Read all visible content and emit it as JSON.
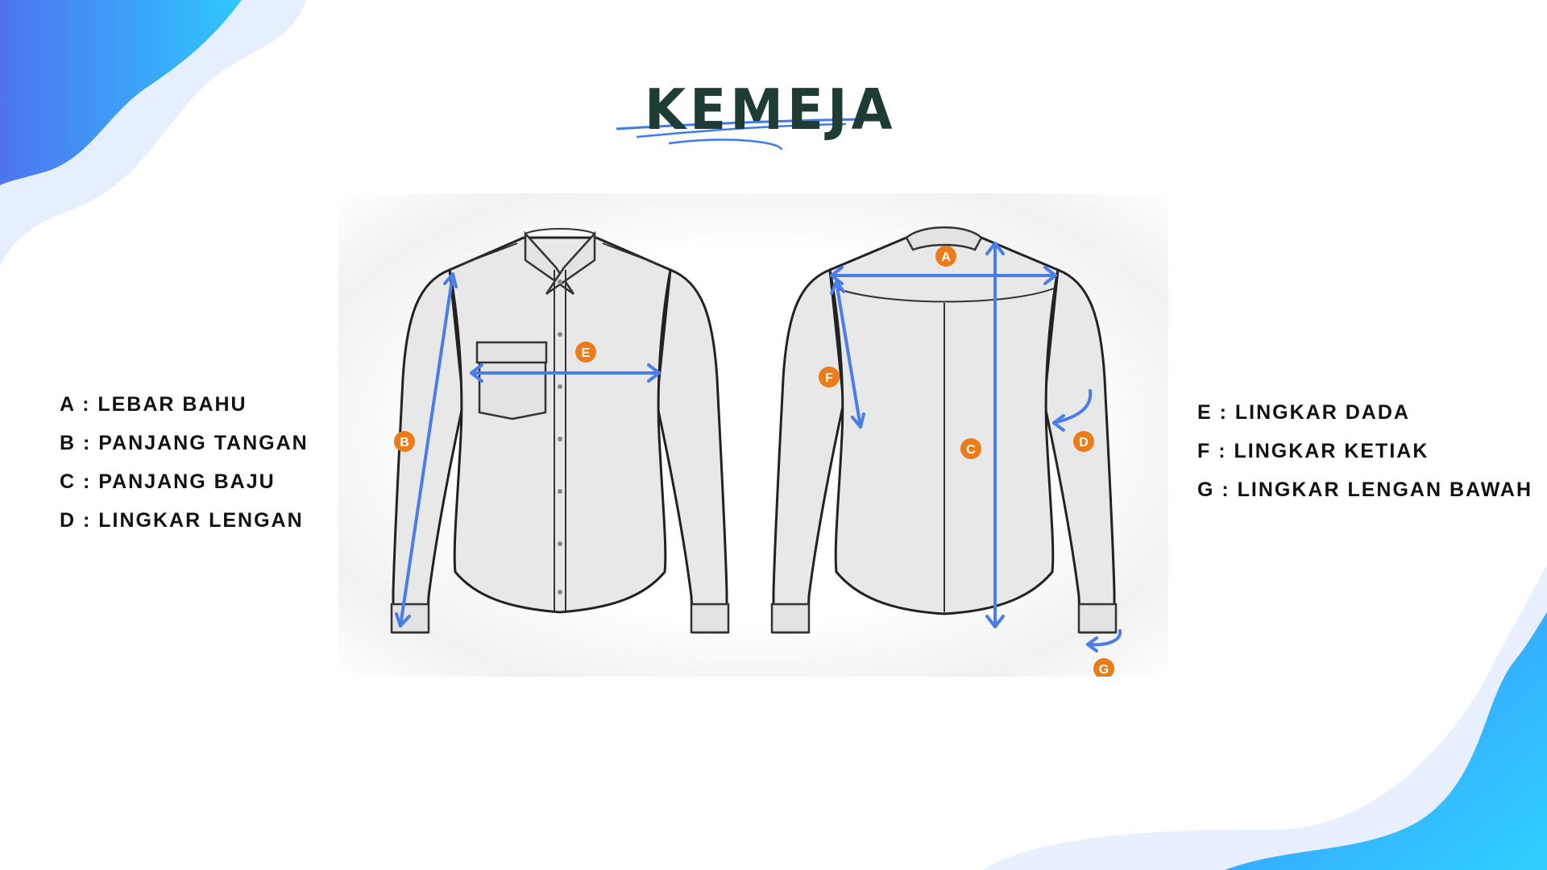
{
  "title": "KEMEJA",
  "legend_left": [
    "A : LEBAR BAHU",
    "B : PANJANG TANGAN",
    "C : PANJANG BAJU",
    "D : LINGKAR LENGAN"
  ],
  "legend_right": [
    "E : LINGKAR DADA",
    "F : LINGKAR KETIAK",
    "G : LINGKAR LENGAN BAWAH"
  ],
  "markers": {
    "a": "A",
    "b": "B",
    "c": "C",
    "d": "D",
    "e": "E",
    "f": "F",
    "g": "G"
  },
  "colors": {
    "accent_blue": "#4a7de8",
    "badge_orange": "#ec7b1a",
    "title_dark": "#1f3b36",
    "blob_blue": "#3c8dff",
    "blob_cyan": "#2fd0ff"
  }
}
